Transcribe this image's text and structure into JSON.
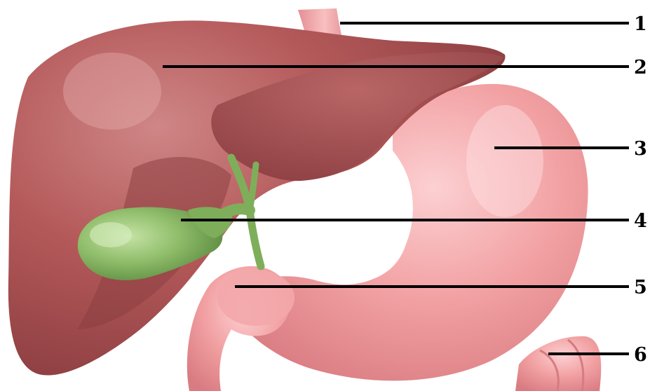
{
  "callouts": [
    {
      "label": "1"
    },
    {
      "label": "2"
    },
    {
      "label": "3"
    },
    {
      "label": "4"
    },
    {
      "label": "5"
    },
    {
      "label": "6"
    }
  ],
  "colors": {
    "liver": "#b4595a",
    "liver_shadow": "#8f3f42",
    "stomach": "#f2a1a3",
    "stomach_shadow": "#d87d82",
    "gallbladder": "#8fbd6a",
    "gallbladder_shadow": "#5f8f44",
    "leader": "#000000"
  }
}
